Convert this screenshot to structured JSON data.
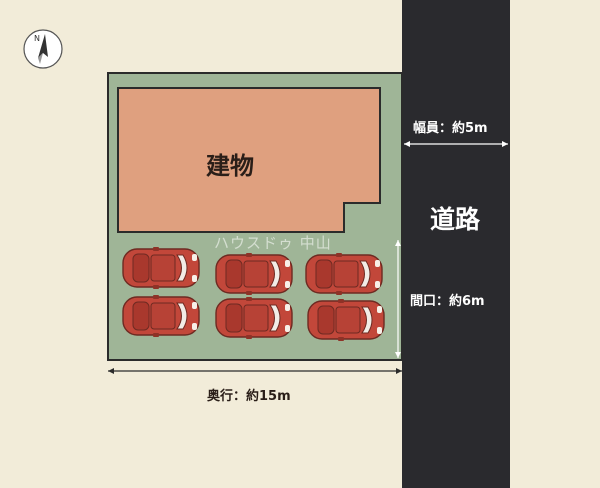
{
  "labels": {
    "building": "建物",
    "road": "道路",
    "road_width": "幅員：約5m",
    "frontage": "間口：約6m",
    "depth": "奥行：約15m",
    "watermark": "ハウスドゥ 中山"
  },
  "compass": {
    "north": "N"
  },
  "parking": {
    "car_count": 6
  },
  "colors": {
    "background": "#f2ecd9",
    "lot": "#9fb597",
    "building": "#dfa07f",
    "road": "#2a2a2e",
    "car": "#c2473a"
  }
}
